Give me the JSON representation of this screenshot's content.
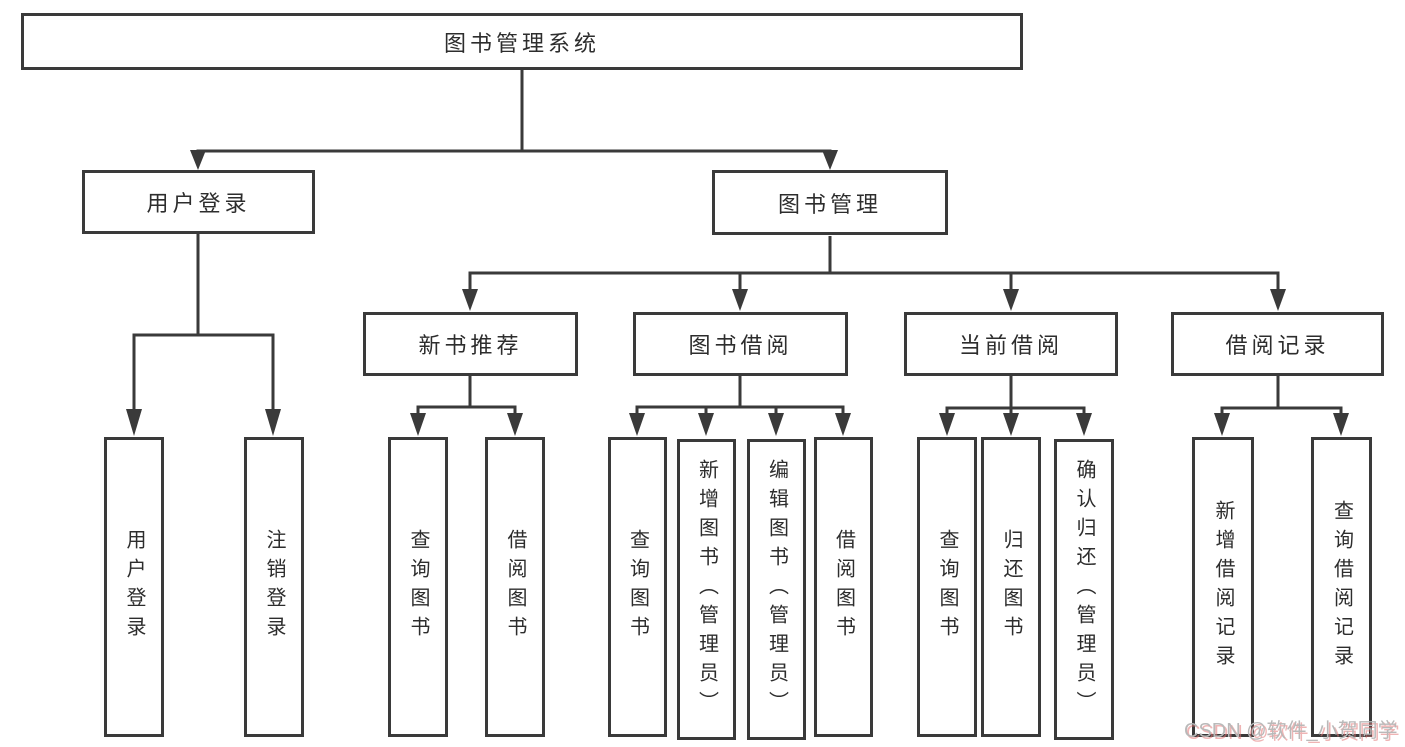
{
  "colors": {
    "line": "#3a3a3a",
    "box_border": "#3a3a3a",
    "text": "#2d2d2d",
    "watermark_gray": "#b9b9b9",
    "watermark_red": "#e27676"
  },
  "watermark": {
    "text": "CSDN @软件_小贺同学"
  },
  "tree": {
    "label": "图书管理系统",
    "children": [
      {
        "label": "用户登录",
        "children": [
          {
            "label": "用户登录"
          },
          {
            "label": "注销登录"
          }
        ]
      },
      {
        "label": "图书管理",
        "children": [
          {
            "label": "新书推荐",
            "children": [
              {
                "label": "查询图书"
              },
              {
                "label": "借阅图书"
              }
            ]
          },
          {
            "label": "图书借阅",
            "children": [
              {
                "label": "查询图书"
              },
              {
                "label": "新增图书（管理员）"
              },
              {
                "label": "编辑图书（管理员）"
              },
              {
                "label": "借阅图书"
              }
            ]
          },
          {
            "label": "当前借阅",
            "children": [
              {
                "label": "查询图书"
              },
              {
                "label": "归还图书"
              },
              {
                "label": "确认归还（管理员）"
              }
            ]
          },
          {
            "label": "借阅记录",
            "children": [
              {
                "label": "新增借阅记录"
              },
              {
                "label": "查询借阅记录"
              }
            ]
          }
        ]
      }
    ]
  }
}
